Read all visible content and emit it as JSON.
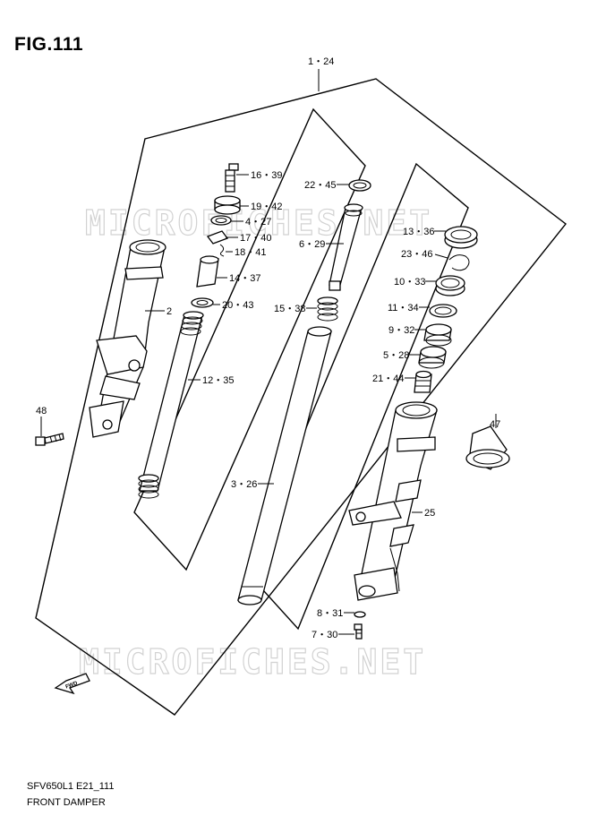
{
  "figure": {
    "title": "FIG.111",
    "code": "SFV650L1 E21_111",
    "name": "FRONT DAMPER",
    "watermark": "MICROFICHES.NET",
    "fwd_mark": "FWD"
  },
  "callouts": {
    "p1_24": "1・24",
    "p2": "2",
    "p16_39": "16・39",
    "p19_42": "19・42",
    "p4_27": "4・27",
    "p17_40": "17・40",
    "p18_41": "18・41",
    "p14_37": "14・37",
    "p20_43": "20・43",
    "p12_35": "12・35",
    "p48": "48",
    "p22_45": "22・45",
    "p6_29": "6・29",
    "p15_38": "15・38",
    "p3_26": "3・26",
    "p13_36": "13・36",
    "p23_46": "23・46",
    "p10_33": "10・33",
    "p11_34": "11・34",
    "p9_32": "9・32",
    "p5_28": "5・28",
    "p21_44": "21・44",
    "p47": "47",
    "p25": "25",
    "p8_31": "8・31",
    "p7_30": "7・30"
  }
}
